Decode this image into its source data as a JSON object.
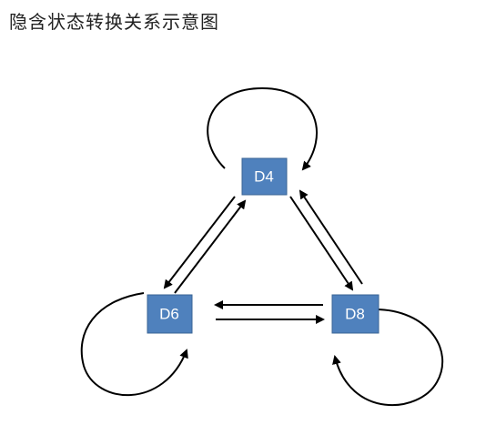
{
  "title": "隐含状态转换关系示意图",
  "colors": {
    "node_fill": "#4f81bd",
    "edge": "#000000",
    "text": "#ffffff"
  },
  "nodes": [
    {
      "id": "D4",
      "label": "D4"
    },
    {
      "id": "D6",
      "label": "D6"
    },
    {
      "id": "D8",
      "label": "D8"
    }
  ],
  "edges": [
    {
      "from": "D4",
      "to": "D4"
    },
    {
      "from": "D6",
      "to": "D6"
    },
    {
      "from": "D8",
      "to": "D8"
    },
    {
      "from": "D4",
      "to": "D6"
    },
    {
      "from": "D6",
      "to": "D4"
    },
    {
      "from": "D4",
      "to": "D8"
    },
    {
      "from": "D8",
      "to": "D4"
    },
    {
      "from": "D6",
      "to": "D8"
    },
    {
      "from": "D8",
      "to": "D6"
    }
  ]
}
